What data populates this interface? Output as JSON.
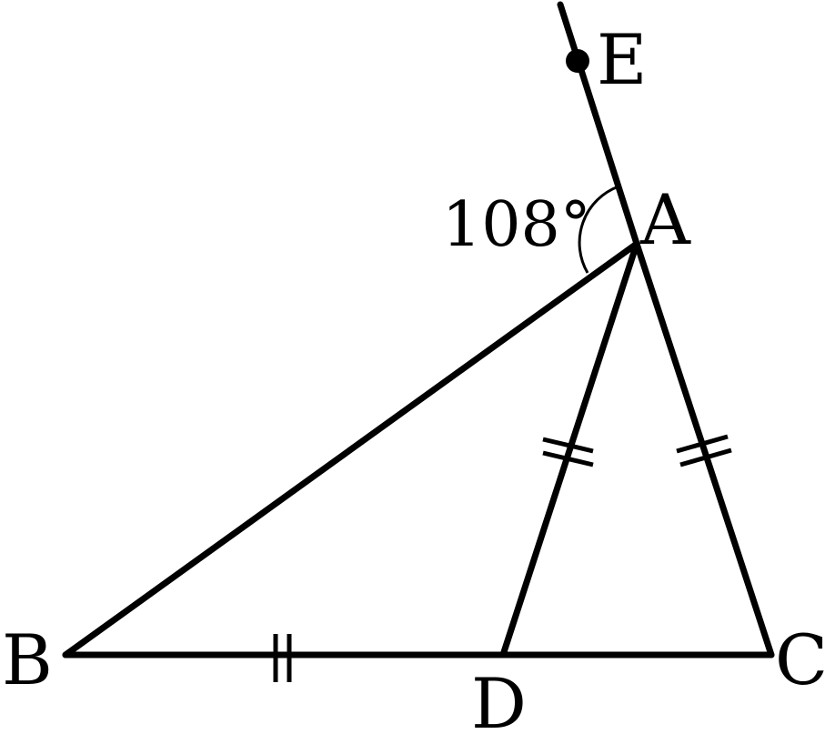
{
  "diagram": {
    "points": {
      "A": "A",
      "B": "B",
      "C": "C",
      "D": "D",
      "E": "E"
    },
    "angle_label": "108°",
    "colors": {
      "stroke": "#000000",
      "background": "#ffffff"
    }
  }
}
